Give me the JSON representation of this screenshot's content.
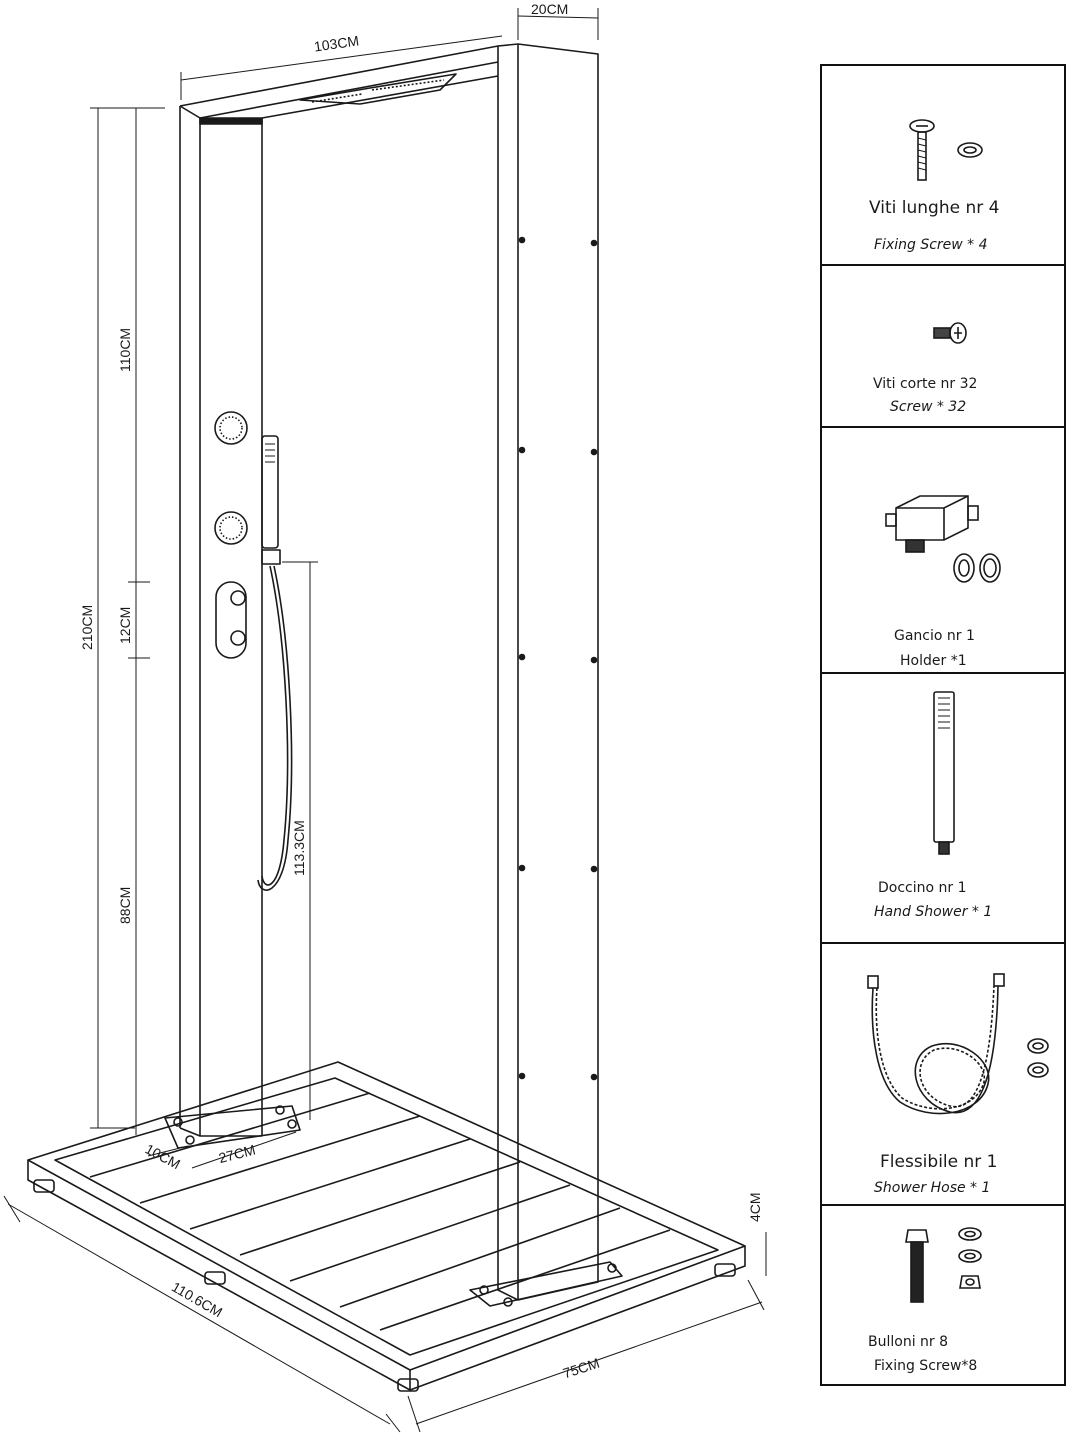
{
  "dimensions": {
    "top_width": "103CM",
    "depth_top": "20CM",
    "total_height": "210CM",
    "upper_section": "110CM",
    "mixer_section": "12CM",
    "lower_section": "88CM",
    "hose_height": "113.3CM",
    "post_offset": "10CM",
    "plate_width": "27CM",
    "base_length": "110.6CM",
    "base_width": "75CM",
    "base_thickness": "4CM"
  },
  "parts": [
    {
      "name": "Viti lunghe nr 4",
      "english": "Fixing Screw * 4",
      "icon": "long-screw-icon"
    },
    {
      "name": "Viti corte nr 32",
      "english": "Screw * 32",
      "icon": "short-screw-icon"
    },
    {
      "name": "Gancio nr 1",
      "english": "Holder *1",
      "icon": "holder-icon"
    },
    {
      "name": "Doccino nr 1",
      "english": "Hand Shower * 1",
      "icon": "hand-shower-icon"
    },
    {
      "name": "Flessibile nr 1",
      "english": "Shower Hose * 1",
      "icon": "hose-icon"
    },
    {
      "name": "Bulloni nr 8",
      "english": "Fixing Screw*8",
      "icon": "bolt-icon"
    }
  ],
  "colors": {
    "line": "#1a1a1a",
    "background": "#ffffff"
  }
}
